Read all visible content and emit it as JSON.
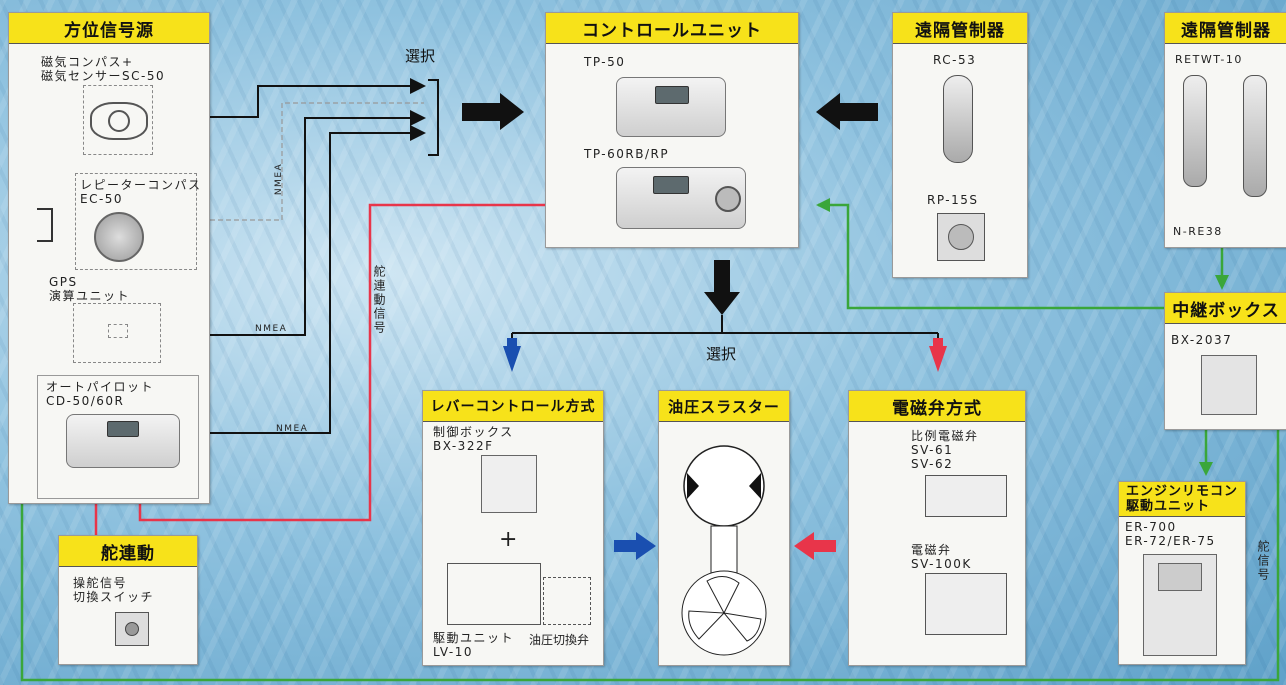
{
  "panels": {
    "direction_source": {
      "title": "方位信号源",
      "magnetic_compass": "磁気コンパス+\n磁気センサーSC-50",
      "repeater_compass": "レピーターコンパス\nEC-50",
      "gps": "GPS\n演算ユニット",
      "autopilot": "オートパイロット\nCD-50/60R"
    },
    "control_unit": {
      "title": "コントロールユニット",
      "model_a": "TP-50",
      "model_b": "TP-60RB/RP"
    },
    "remote_a": {
      "title": "遠隔管制器",
      "model_a": "RC-53",
      "model_b": "RP-15S"
    },
    "remote_b": {
      "title": "遠隔管制器",
      "model_a": "RETWT-10",
      "model_b": "N-RE38"
    },
    "relay_box": {
      "title": "中継ボックス",
      "model": "BX-2037"
    },
    "engine_remote": {
      "title": "エンジンリモコン\n駆動ユニット",
      "model": "ER-700\nER-72/ER-75"
    },
    "lever_control": {
      "title": "レバーコントロール方式",
      "control_box": "制御ボックス\nBX-322F",
      "plus": "+",
      "drive_unit": "駆動ユニット\nLV-10",
      "hydraulic_valve": "油圧切換弁"
    },
    "hydraulic_thruster": {
      "title": "油圧スラスター"
    },
    "solenoid": {
      "title": "電磁弁方式",
      "prop_valve": "比例電磁弁\nSV-61\nSV-62",
      "valve": "電磁弁\nSV-100K"
    },
    "rudder_link": {
      "title": "舵連動",
      "switch": "操舵信号\n切換スイッチ"
    }
  },
  "labels": {
    "select_top": "選択",
    "select_mid": "選択",
    "select_right": "選択",
    "nmea_1": "NMEA",
    "nmea_2": "NMEA",
    "nmea_3": "NMEA",
    "rudder_signal_link": "舵連動信号",
    "rudder_signal": "舵信号"
  },
  "colors": {
    "title_bar": "#f7e21a",
    "red_line": "#e8354a",
    "green_line": "#3aa63a",
    "blue_arrow": "#1a4fb0",
    "black_line": "#111111"
  }
}
